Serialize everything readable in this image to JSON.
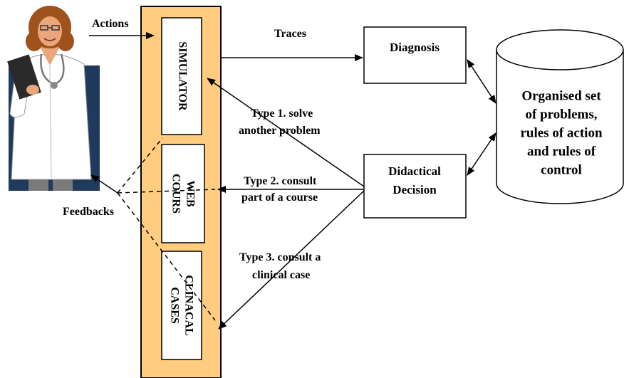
{
  "diagram": {
    "nodes": {
      "simulator": "SIMULATOR",
      "web_cours": [
        "WEB",
        "COURS"
      ],
      "clinical_cases": [
        "CLINACAL",
        "CASES"
      ],
      "diagnosis": "Diagnosis",
      "didactical_decision": [
        "Didactical",
        "Decision"
      ],
      "database": [
        "Organised set",
        "of problems,",
        "rules of action",
        "and rules of",
        "control"
      ]
    },
    "edges": {
      "actions": "Actions",
      "traces": "Traces",
      "feedbacks": "Feedbacks",
      "type1": [
        "Type 1. solve",
        "another problem"
      ],
      "type2": [
        "Type 2. consult",
        "part of a course"
      ],
      "type3": [
        "Type 3. consult a",
        "clinical case"
      ]
    },
    "colors": {
      "panel_fill": "#FFCC80",
      "figure_backdrop": "#1F3A5C",
      "coat": "#ffffff",
      "hair": "#A0521C",
      "skin": "#E9A77B"
    },
    "icons": {
      "figure": "doctor-with-clipboard-icon"
    }
  }
}
